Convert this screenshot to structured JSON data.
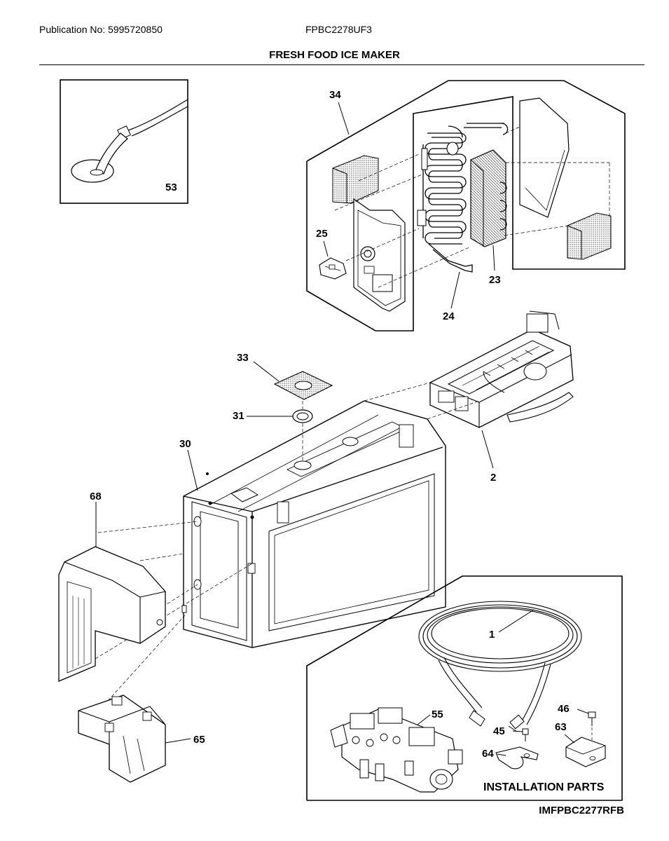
{
  "header": {
    "publication": "Publication No: 5995720850",
    "model": "FPBC2278UF3",
    "title": "FRESH FOOD ICE MAKER"
  },
  "callouts": {
    "p1": "1",
    "p2": "2",
    "p23": "23",
    "p24": "24",
    "p25": "25",
    "p30": "30",
    "p31": "31",
    "p33": "33",
    "p34": "34",
    "p45": "45",
    "p46": "46",
    "p53": "53",
    "p55": "55",
    "p63": "63",
    "p64": "64",
    "p65": "65",
    "p68": "68"
  },
  "installation_caption": "INSTALLATION PARTS",
  "footer_code": "IMFPBC2277RFB"
}
